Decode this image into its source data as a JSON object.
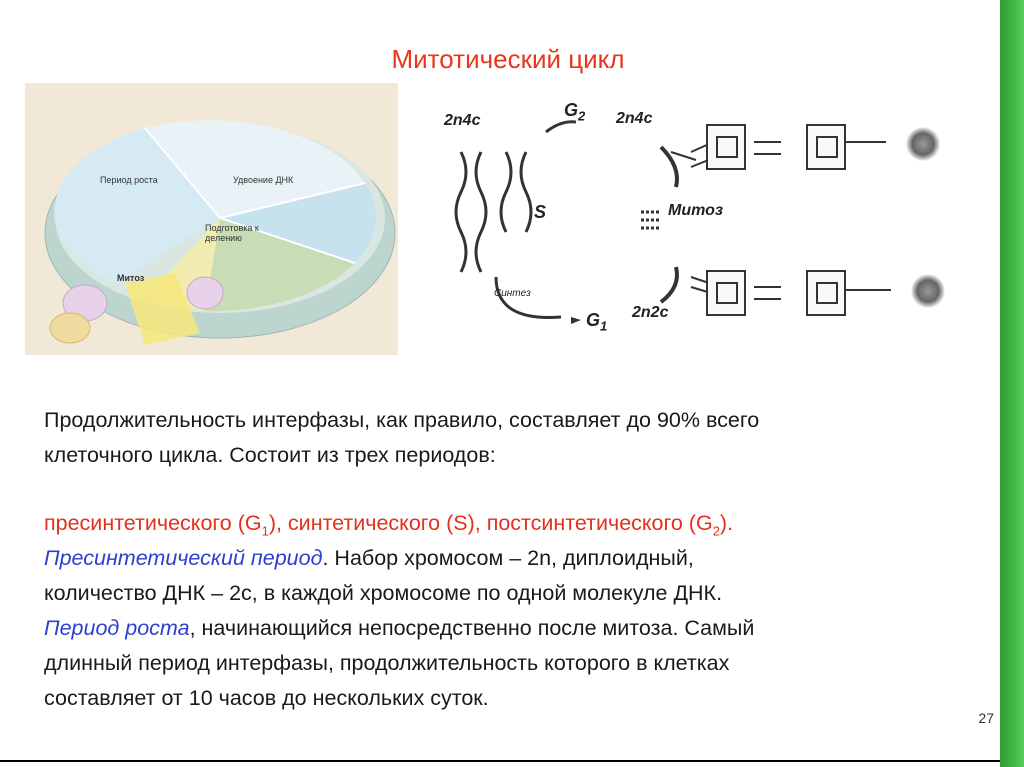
{
  "slide": {
    "title": "Митотический цикл",
    "page_number": "27",
    "accent_color": "#41b943",
    "title_color": "#e8361c"
  },
  "pie_figure": {
    "labels": {
      "growth": "Период роста",
      "dna": "Удвоение ДНК",
      "prep": "Подготовка к делению",
      "mitosis": "Митоз"
    }
  },
  "cycle_diagram": {
    "top_left": "2n4c",
    "top_mid": "2n4c",
    "g2": "G",
    "g2_sub": "2",
    "s": "S",
    "mitosis": "Митоз",
    "g1": "G",
    "g1_sub": "1",
    "bottom_mid": "2n2c",
    "bottom_left_arrow": "Синтез"
  },
  "text": {
    "p1_line1": "Продолжительность интерфазы, как правило, составляет до 90%   всего",
    "p1_line2": "клеточного цикла. Состоит из трех периодов:",
    "red_a": "пресинтетического (G",
    "red_a_sub": "1",
    "red_b": "), синтетического (S), постсинтетического (G",
    "red_b_sub": "2",
    "red_c": ").",
    "blue1": "Пресинтетический период",
    "p3_rest": ". Набор хромосом – 2n, диплоидный,",
    "p3_line2": "количество ДНК – 2с, в каждой хромосоме по одной молекуле ДНК.",
    "blue2": "Период роста",
    "p4_rest": ", начинающийся непосредственно после митоза. Самый",
    "p4_line2": "длинный период интерфазы, продолжительность которого в клетках",
    "p4_line3": "составляет от 10 часов до нескольких суток."
  }
}
